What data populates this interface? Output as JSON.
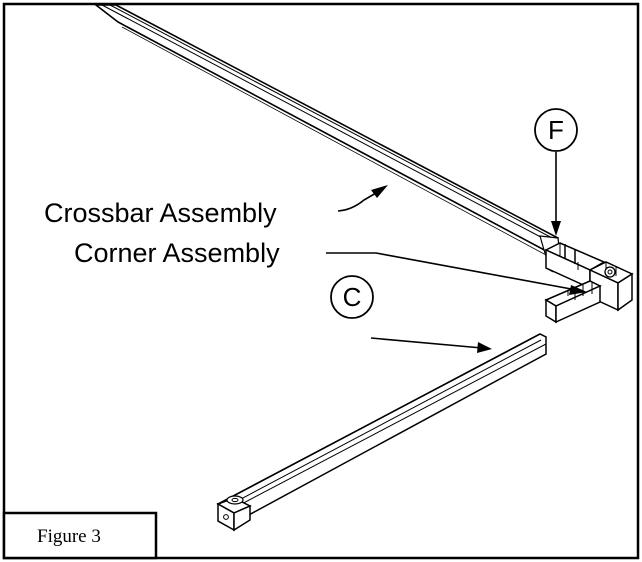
{
  "labels": {
    "crossbar": "Crossbar Assembly",
    "corner": "Corner Assembly"
  },
  "callouts": {
    "f": "F",
    "c": "C"
  },
  "caption": "Figure 3",
  "colors": {
    "line": "#000000",
    "background": "#ffffff"
  }
}
